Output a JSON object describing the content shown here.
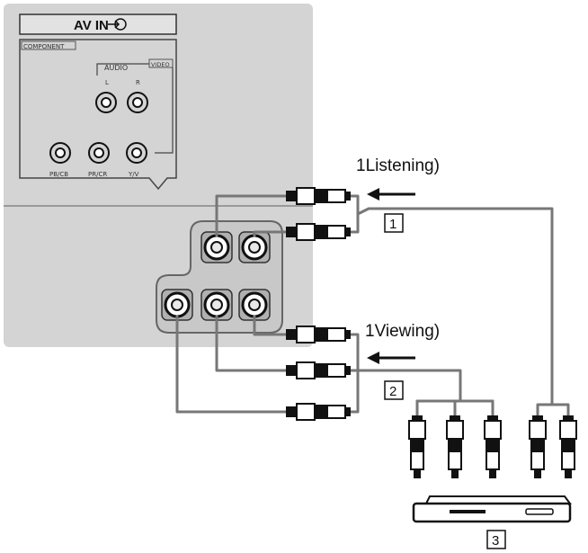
{
  "panel": {
    "header": "AV IN",
    "header_icon": "input-arrow-icon",
    "component_tag": "COMPONENT",
    "audio_label": "AUDIO",
    "video_tag": "VIDEO",
    "jack_L": "L",
    "jack_R": "R",
    "jack_pb": "PB/CB",
    "jack_pr": "PR/CR",
    "jack_y": "Y/V"
  },
  "annotations": {
    "listening": "1Listening)",
    "viewing": "1Viewing)"
  },
  "callouts": {
    "one": "1",
    "two": "2",
    "three": "3"
  },
  "colors": {
    "panel": "#d4d4d4",
    "panel_edge": "#9a9a9a",
    "cable": "#777777",
    "plug": "#111111"
  }
}
